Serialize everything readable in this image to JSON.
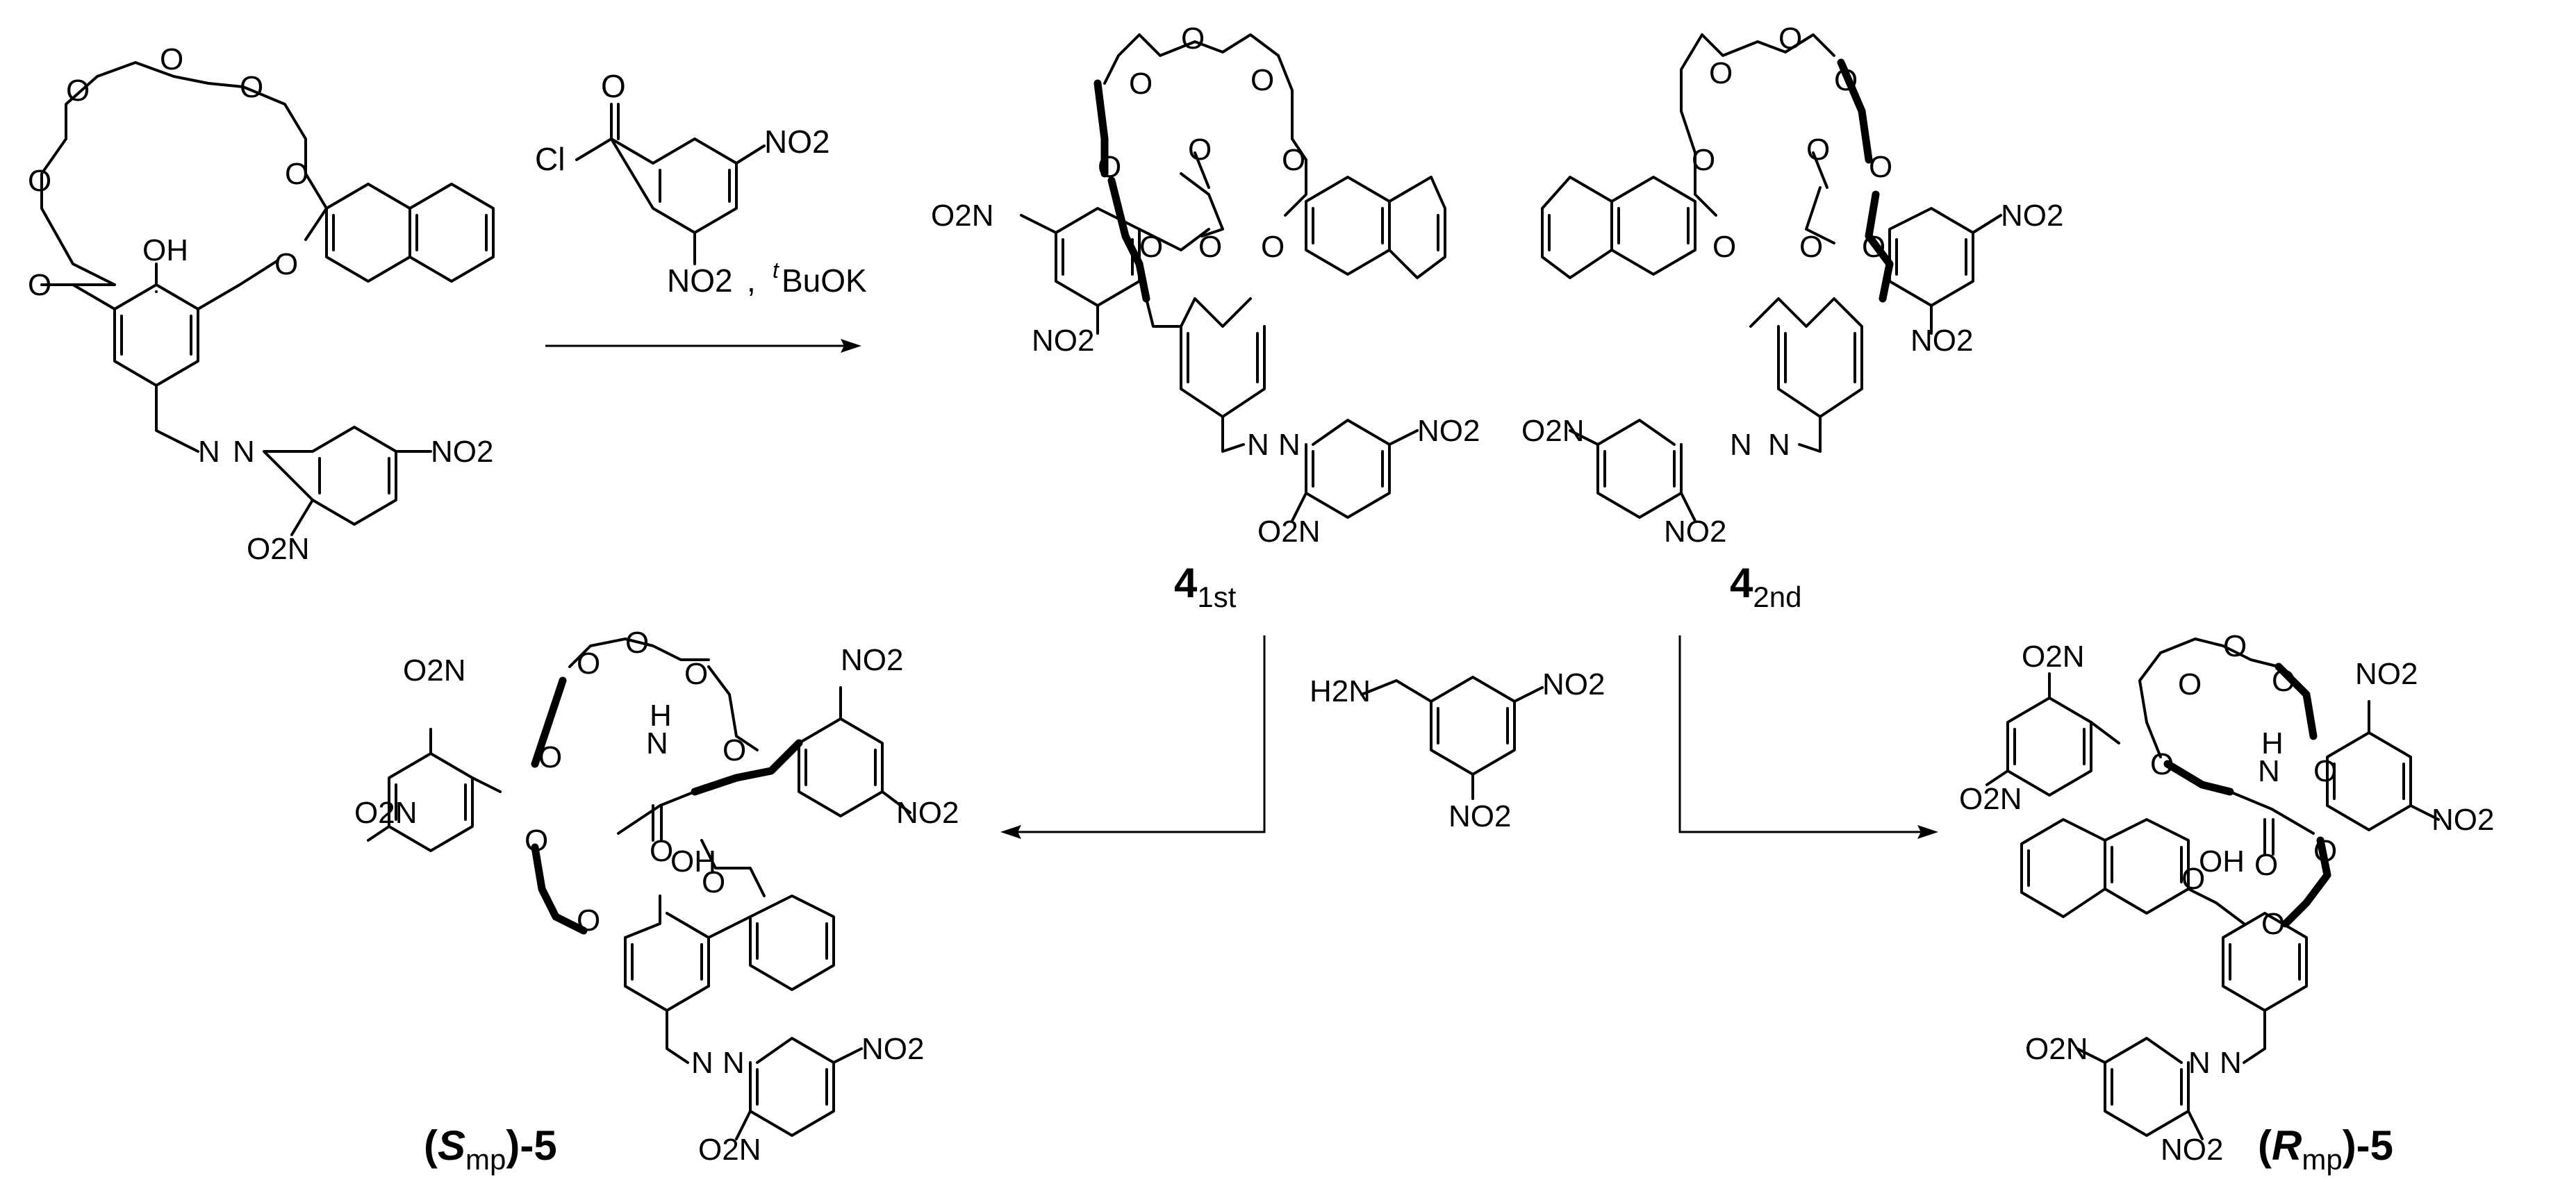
{
  "scheme": {
    "reagents_top": {
      "cl": "Cl",
      "o": "O",
      "no2_a": "NO2",
      "no2_b": "NO2",
      "separator": ",",
      "base_sup": "t",
      "base": "BuOK"
    },
    "reagent_amine": {
      "nh2": "H2N",
      "no2_a": "NO2",
      "no2_b": "NO2"
    },
    "atoms": {
      "o": "O",
      "oh": "OH",
      "nh": "N",
      "h": "H",
      "n": "N",
      "no2": "NO2",
      "o2n": "O2N"
    },
    "labels": {
      "c4_first": "4",
      "c4_first_sub": "1st",
      "c4_second": "4",
      "c4_second_sub": "2nd",
      "s5_open": "(",
      "s5_letter": "S",
      "s5_sub": "mp",
      "s5_close": ")-5",
      "r5_open": "(",
      "r5_letter": "R",
      "r5_sub": "mp",
      "r5_close": ")-5"
    }
  }
}
